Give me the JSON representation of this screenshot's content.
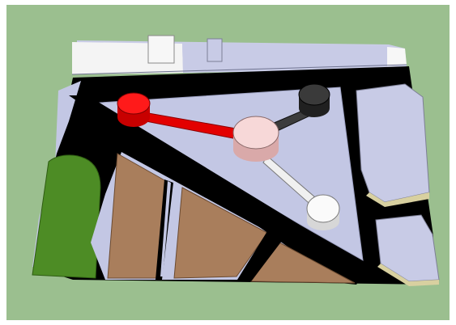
{
  "scene": {
    "description_visible_text": "",
    "colors": {
      "background": "#9bbf8f",
      "border": "#ffffff",
      "plaza": "#c3c7e4",
      "road": "#000000",
      "grass": "#4d8c25",
      "wood": "#a97e5c",
      "building_light": "#c8cbe6",
      "building_white": "#f4f4f4",
      "node_red": "#ff0000",
      "node_pink": "#f6d6d6",
      "node_dark": "#2a2a2a",
      "node_white": "#f8f8f8",
      "edge_red": "#e30000",
      "edge_dark": "#3c3c3c",
      "edge_white": "#f0f0f0"
    },
    "nodes": [
      {
        "id": "red-node",
        "color_name": "node_red"
      },
      {
        "id": "pink-node",
        "color_name": "node_pink"
      },
      {
        "id": "dark-node",
        "color_name": "node_dark"
      },
      {
        "id": "white-node",
        "color_name": "node_white"
      }
    ],
    "edges": [
      {
        "from": "red-node",
        "to": "pink-node"
      },
      {
        "from": "pink-node",
        "to": "dark-node"
      },
      {
        "from": "pink-node",
        "to": "white-node"
      }
    ]
  }
}
